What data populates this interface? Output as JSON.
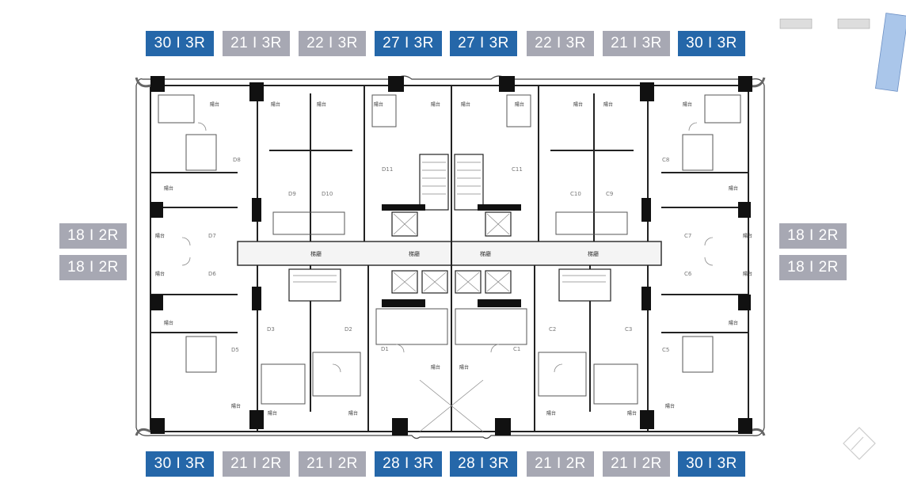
{
  "colors": {
    "blue": "#2567a9",
    "gray": "#a7a8b3"
  },
  "top_tags": [
    {
      "label": "30 I 3R",
      "style": "blue"
    },
    {
      "label": "21 I 3R",
      "style": "gray"
    },
    {
      "label": "22 I 3R",
      "style": "gray"
    },
    {
      "label": "27 I 3R",
      "style": "blue"
    },
    {
      "label": "27 I 3R",
      "style": "blue"
    },
    {
      "label": "22 I 3R",
      "style": "gray"
    },
    {
      "label": "21 I 3R",
      "style": "gray"
    },
    {
      "label": "30 I 3R",
      "style": "blue"
    }
  ],
  "bottom_tags": [
    {
      "label": "30 I 3R",
      "style": "blue"
    },
    {
      "label": "21 I 2R",
      "style": "gray"
    },
    {
      "label": "21 I 2R",
      "style": "gray"
    },
    {
      "label": "28 I 3R",
      "style": "blue"
    },
    {
      "label": "28 I 3R",
      "style": "blue"
    },
    {
      "label": "21 I 2R",
      "style": "gray"
    },
    {
      "label": "21 I 2R",
      "style": "gray"
    },
    {
      "label": "30 I 3R",
      "style": "blue"
    }
  ],
  "left_tags": [
    {
      "label": "18 I 2R",
      "style": "gray"
    },
    {
      "label": "18 I 2R",
      "style": "gray"
    }
  ],
  "right_tags": [
    {
      "label": "18 I 2R",
      "style": "gray"
    },
    {
      "label": "18 I 2R",
      "style": "gray"
    }
  ],
  "units": [
    "D8",
    "D9",
    "D10",
    "D11",
    "C11",
    "C10",
    "C9",
    "C8",
    "D7",
    "D6",
    "C7",
    "C6",
    "D5",
    "D3",
    "D2",
    "D1",
    "C1",
    "C2",
    "C3",
    "C5"
  ],
  "corridor_labels": [
    "梯廳",
    "梯廳",
    "梯廳",
    "梯廳"
  ],
  "room_label": "陽台"
}
